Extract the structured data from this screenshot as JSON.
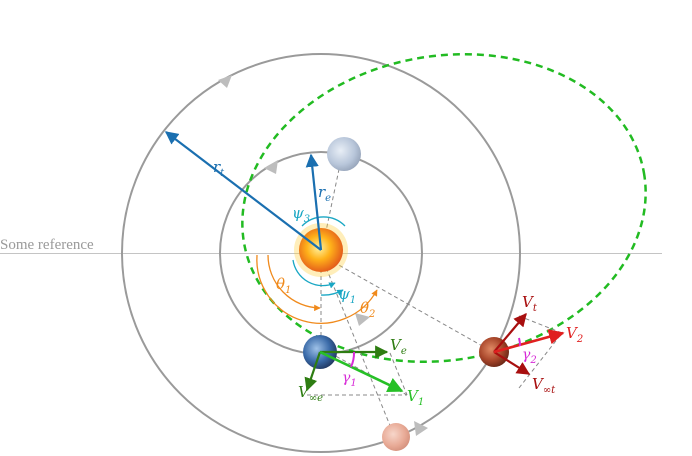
{
  "reference_label": "Some reference",
  "symbols": {
    "r": "r",
    "t": "t",
    "e": "e",
    "psi": "ψ",
    "theta": "θ",
    "gamma": "γ",
    "V": "V",
    "one": "1",
    "two": "2",
    "inf_t": "∞t",
    "inf_e": "∞e"
  },
  "colors": {
    "orbit": "#9a9a9a",
    "transfer": "#22bb22",
    "radius": "#1a6fb0",
    "angle_psi": "#1aa7c4",
    "angle_theta": "#f08a1c",
    "velocity_earth": "#2e7d12",
    "velocity_v1": "#27c027",
    "velocity_mars": "#a80f0f",
    "velocity_v2": "#e02020",
    "angle_gamma": "#d72bd7",
    "sun": "#ffb21a",
    "earth": "#3a6aa8",
    "mars": "#a8462a"
  },
  "icons": [
    "sun-icon",
    "earth-icon",
    "mars-icon",
    "orbit-arrow-icon"
  ]
}
